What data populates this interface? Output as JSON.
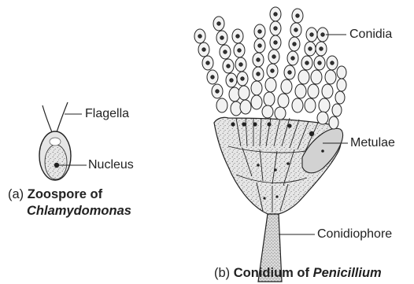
{
  "left_diagram": {
    "labels": {
      "flagella": "Flagella",
      "nucleus": "Nucleus"
    },
    "caption": {
      "letter": "(a)",
      "line1": "Zoospore of",
      "line2": "Chlamydomonas"
    }
  },
  "right_diagram": {
    "labels": {
      "conidia": "Conidia",
      "metulae": "Metulae",
      "conidiophore": "Conidiophore"
    },
    "caption": {
      "letter": "(b)",
      "prefix": "Conidium of",
      "genus": "Penicillium"
    }
  },
  "colors": {
    "ink": "#222222",
    "cell_fill": "#e4e4e4",
    "stipple": "#555555",
    "metulae_fill": "#d2d2d2"
  }
}
